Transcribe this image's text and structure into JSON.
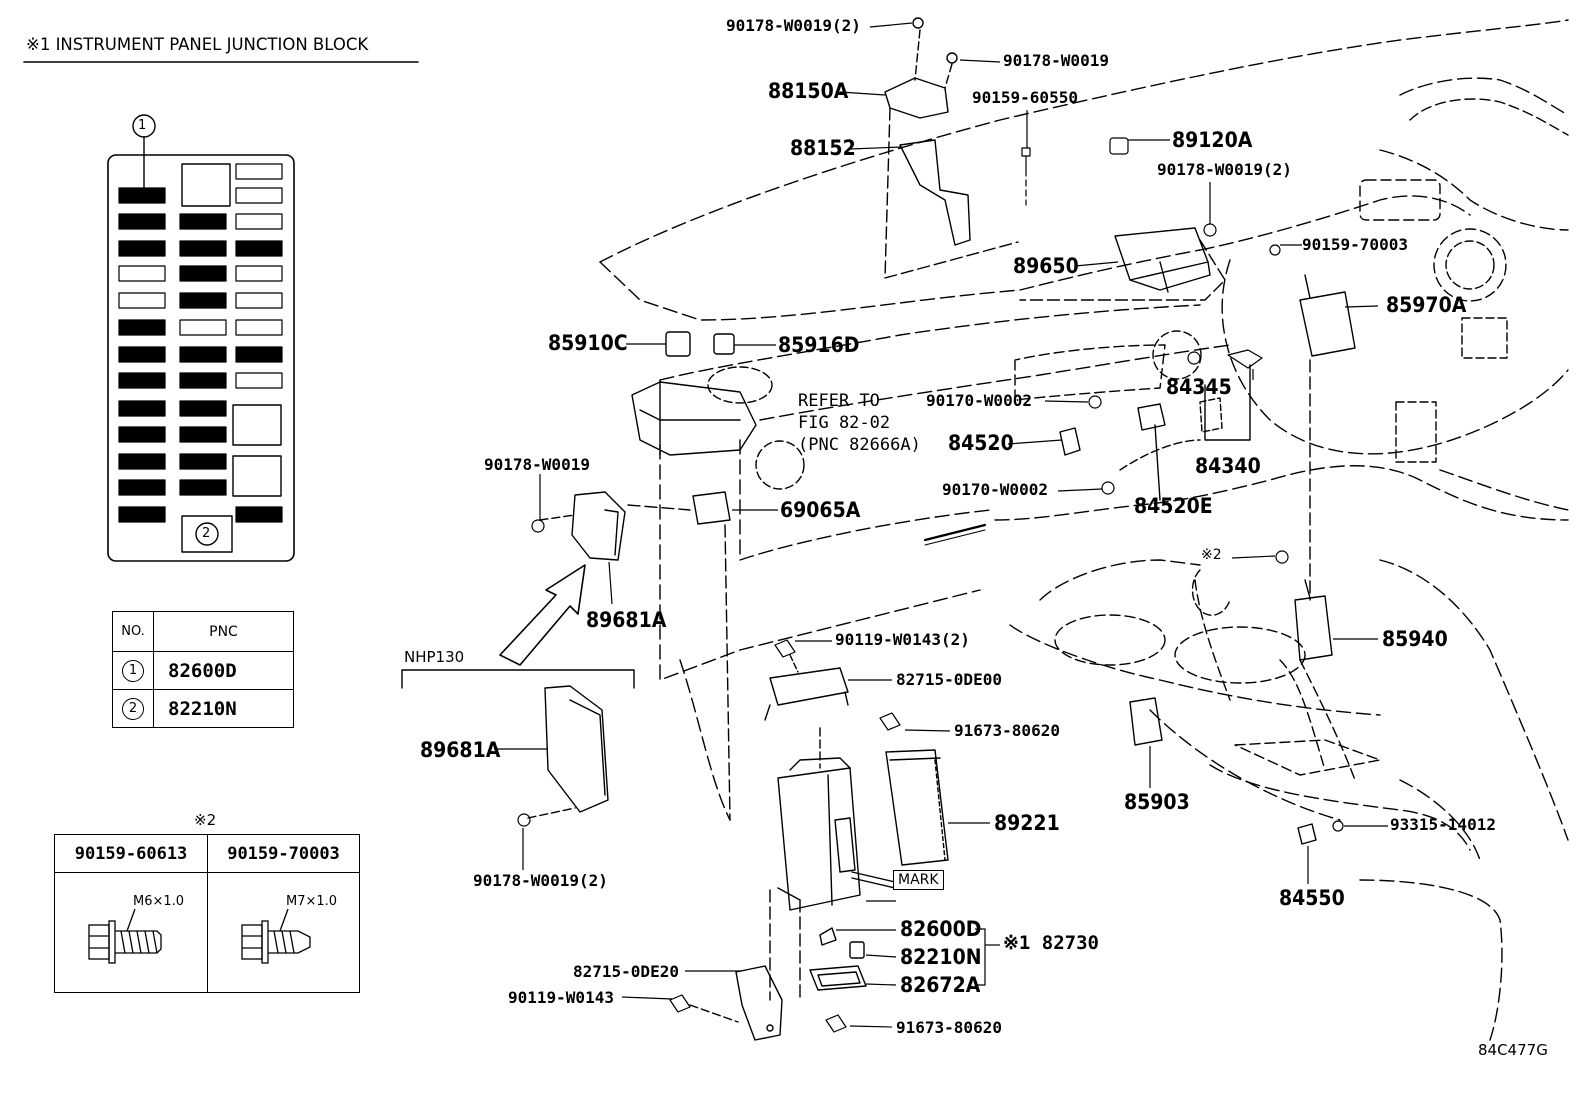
{
  "figure_code": "84C477G",
  "junction_block": {
    "title": "※1 INSTRUMENT PANEL JUNCTION BLOCK",
    "callout_1": "1",
    "callout_2": "2"
  },
  "pnc_table": {
    "col_no": "NO.",
    "col_pnc": "PNC",
    "rows": [
      {
        "no": "1",
        "pnc": "82600D"
      },
      {
        "no": "2",
        "pnc": "82210N"
      }
    ]
  },
  "bolt_table": {
    "marker": "※2",
    "bolts": [
      {
        "part": "90159-60613",
        "thread": "M6×1.0"
      },
      {
        "part": "90159-70003",
        "thread": "M7×1.0"
      }
    ]
  },
  "nhp_label": "NHP130",
  "refer_note": [
    "REFER TO",
    "FIG 82-02",
    "(PNC 82666A)"
  ],
  "mark_label": "MARK",
  "group_label": "※1 82730",
  "marker_2": "※2",
  "parts": {
    "p90178_top2": "90178-W0019(2)",
    "p90178_top": "90178-W0019",
    "p88150A": "88150A",
    "p90159_60550": "90159-60550",
    "p89120A": "89120A",
    "p88152": "88152",
    "p90178_mid2": "90178-W0019(2)",
    "p90159_70003": "90159-70003",
    "p89650": "89650",
    "p85970A": "85970A",
    "p85910C": "85910C",
    "p85916D": "85916D",
    "p84345": "84345",
    "p90170_a": "90170-W0002",
    "p84520": "84520",
    "p84340": "84340",
    "p90178_left": "90178-W0019",
    "p90170_b": "90170-W0002",
    "p84520E": "84520E",
    "p69065A": "69065A",
    "p89681A_a": "89681A",
    "p90119_2": "90119-W0143(2)",
    "p85940": "85940",
    "p82715_00": "82715-0DE00",
    "p91673_a": "91673-80620",
    "p89681A_b": "89681A",
    "p89221": "89221",
    "p85903": "85903",
    "p93315": "93315-14012",
    "p90178_bot2": "90178-W0019(2)",
    "p84550": "84550",
    "p82600D": "82600D",
    "p82210N": "82210N",
    "p82672A": "82672A",
    "p82715_20": "82715-0DE20",
    "p90119": "90119-W0143",
    "p91673_b": "91673-80620"
  }
}
